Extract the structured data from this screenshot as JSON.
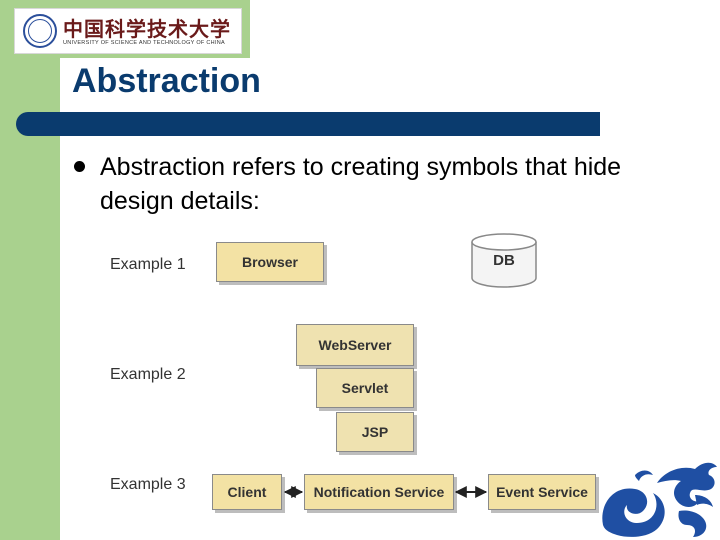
{
  "logo": {
    "name_cn": "中国科学技术大学",
    "name_en": "UNIVERSITY OF SCIENCE AND TECHNOLOGY OF CHINA"
  },
  "slide": {
    "title": "Abstraction",
    "bullet": "Abstraction refers to creating symbols that hide design details:"
  },
  "examples": {
    "ex1": {
      "label": "Example 1",
      "browser": "Browser",
      "db": "DB"
    },
    "ex2": {
      "label": "Example 2",
      "webserver": "WebServer",
      "servlet": "Servlet",
      "jsp": "JSP"
    },
    "ex3": {
      "label": "Example 3",
      "client": "Client",
      "notification": "Notification Service",
      "event": "Event Service"
    }
  },
  "colors": {
    "sidebar": "#a9d18e",
    "title": "#0a3b6e",
    "box_fill": "#f3e2a4",
    "dragon": "#1f4fa3"
  },
  "icons": {
    "logo_seal": "university-seal-icon",
    "dragon": "dragon-logo-icon",
    "db": "database-cylinder-icon"
  }
}
